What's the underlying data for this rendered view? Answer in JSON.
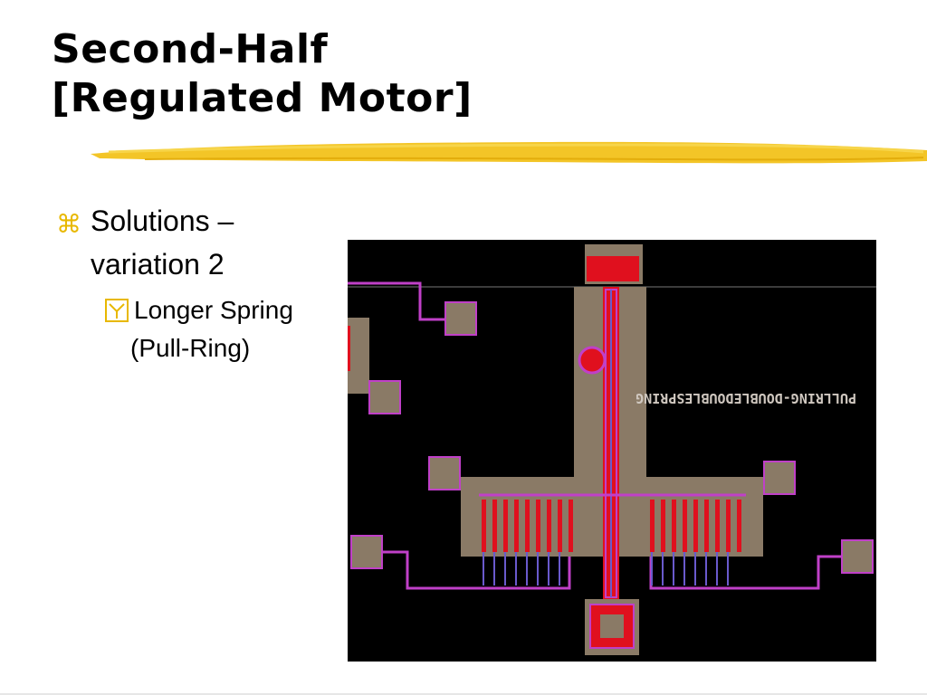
{
  "slide": {
    "title_line1": "Second-Half",
    "title_line2": "[Regulated Motor]",
    "bullet_level1": {
      "line1": "Solutions –",
      "line2": "variation 2"
    },
    "bullet_level2": {
      "line1": "Longer Spring",
      "line2": "(Pull-Ring)"
    }
  },
  "layout_image": {
    "mirrored_label": "PULLRING-DOUBLEDOUBLESPRING"
  },
  "colors": {
    "accent_yellow": "#f2c21b",
    "bullet_yellow": "#e8b800",
    "layout_background": "#000000",
    "layout_tan": "#8a7a66",
    "layout_red": "#e0101e",
    "layout_magenta": "#c040c8",
    "layout_blue": "#6a5acd"
  },
  "icons": {
    "level1_bullet": "command-key-icon",
    "level2_bullet": "checkbox-y-icon"
  }
}
